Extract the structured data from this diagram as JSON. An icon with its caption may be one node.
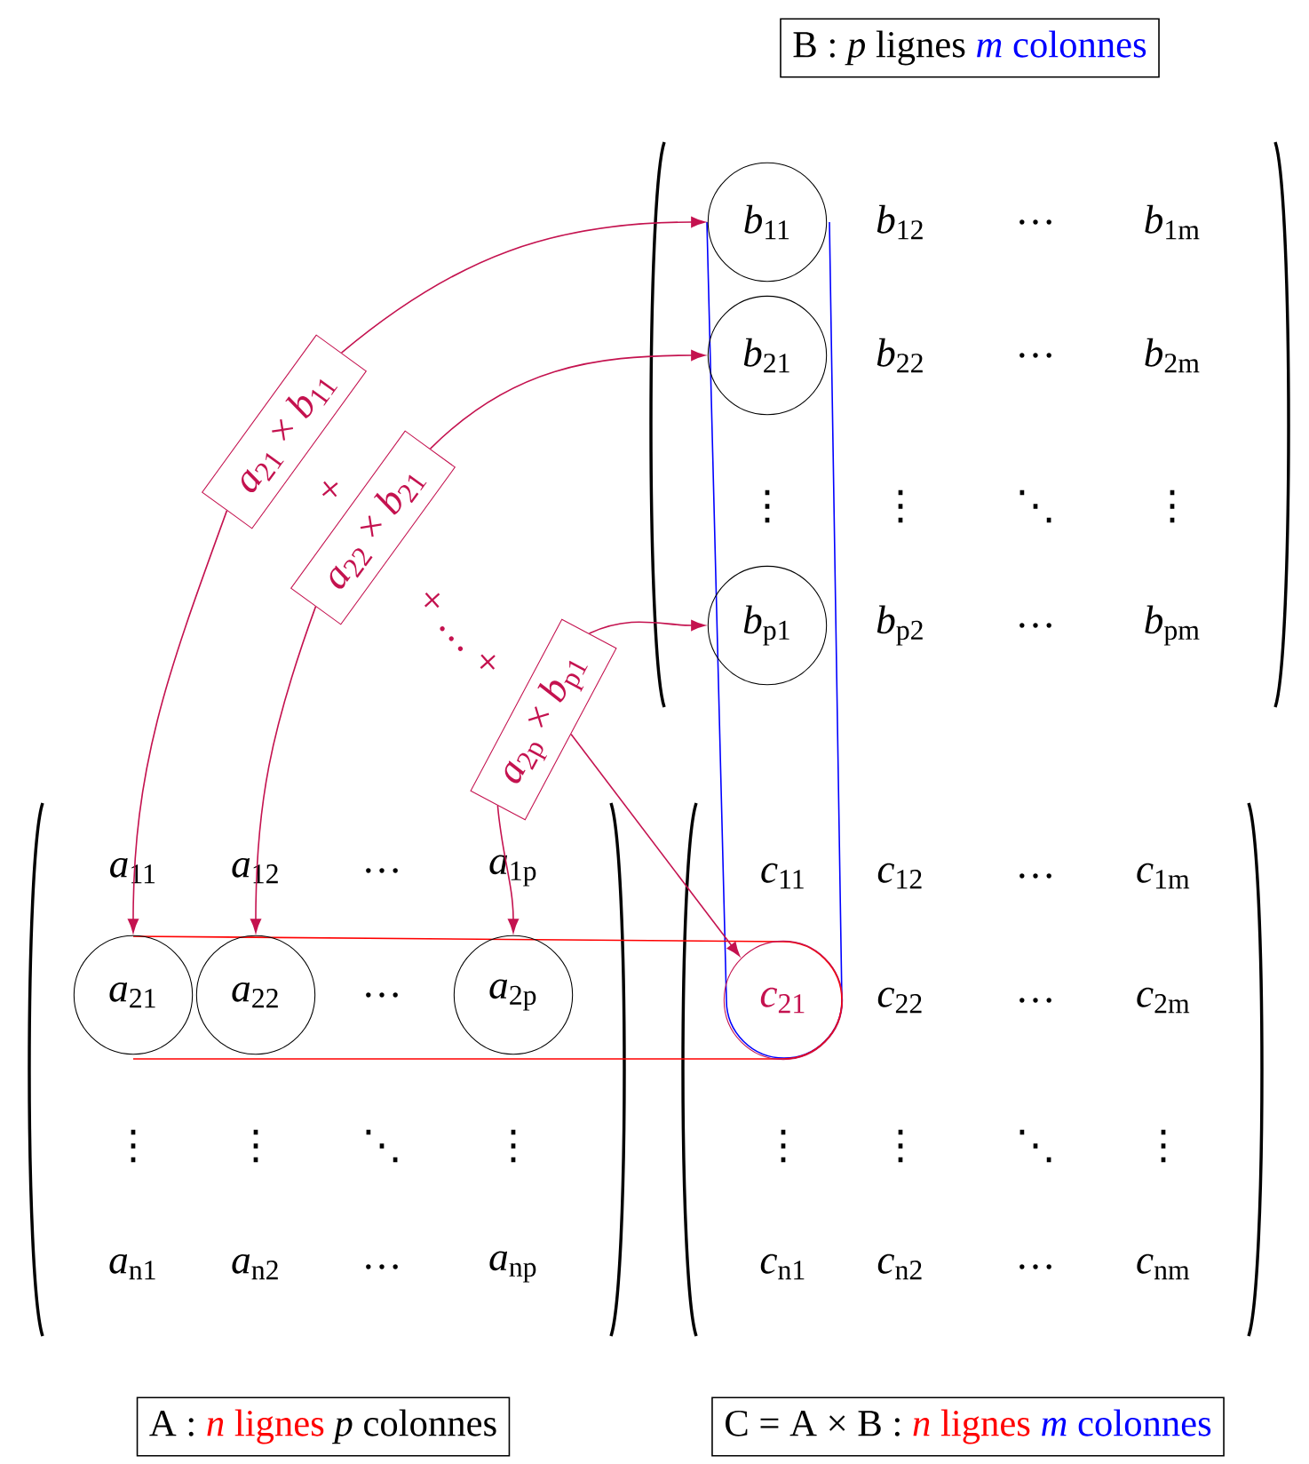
{
  "diagram": {
    "nodes": [
      {
        "text": [
          "B :",
          "*p* lignes",
          "*m* colonnes"
        ]
      },
      {
        "text": [
          "*b*$_{11}$"
        ]
      },
      {
        "text": [
          "*b*$_{21}$"
        ]
      },
      {
        "text": [
          "*b*$_{p1}$"
        ]
      },
      {
        "text": [
          "*a*$_{21}$ × *b*$_{11}$"
        ]
      },
      {
        "text": [
          "*a*$_{22}$ × *b*$_{21}$"
        ]
      },
      {
        "text": [
          "*a*$_{2p}$ × *b*$_{p1}$"
        ]
      },
      {
        "text": [
          "*a*$_{21}$"
        ]
      },
      {
        "text": [
          "*a*$_{22}$"
        ]
      },
      {
        "text": [
          "*a*$_{2p}$"
        ]
      },
      {
        "text": [
          "*c*$_{21}$"
        ]
      },
      {
        "text": [
          "A :",
          "*n* lignes",
          "*p* colonnes"
        ]
      },
      {
        "text": [
          "C = A × B :",
          "*n* lignes",
          "*m* colonnes"
        ]
      }
    ],
    "edges": [
      {
        "from": 4,
        "to": 1,
        "arrow": "to"
      },
      {
        "from": 4,
        "to": 7,
        "arrow": "to"
      },
      {
        "from": 5,
        "to": 2,
        "arrow": "to"
      },
      {
        "from": 5,
        "to": 8,
        "arrow": "to"
      },
      {
        "from": 6,
        "to": 3,
        "arrow": "to"
      },
      {
        "from": 6,
        "to": 9,
        "arrow": "to"
      },
      {
        "from": 6,
        "to": 10,
        "arrow": "to"
      }
    ],
    "labels": [
      "+",
      "+ … +",
      "*b*$_{12}$",
      "…",
      "*b*$_{1m}$",
      "*b*$_{22}$",
      "…",
      "*b*$_{2m}$",
      "⋮",
      "⋮",
      "⋱",
      "⋮",
      "*b*$_{p2}$",
      "…",
      "*b*$_{pm}$",
      "*a*$_{11}$",
      "*a*$_{12}$",
      "…",
      "*a*$_{1p}$",
      "…",
      "⋮",
      "⋮",
      "⋱",
      "⋮",
      "*a*$_{n1}$",
      "*a*$_{n2}$",
      "…",
      "*a*$_{np}$",
      "*c*$_{11}$",
      "*c*$_{12}$",
      "…",
      "*c*$_{1m}$",
      "*c*$_{22}$",
      "…",
      "*c*$_{2m}$",
      "⋮",
      "⋮",
      "⋱",
      "⋮",
      "*c*$_{n1}$",
      "*c*$_{n2}$",
      "…",
      "*c*$_{nm}$"
    ]
  }
}
